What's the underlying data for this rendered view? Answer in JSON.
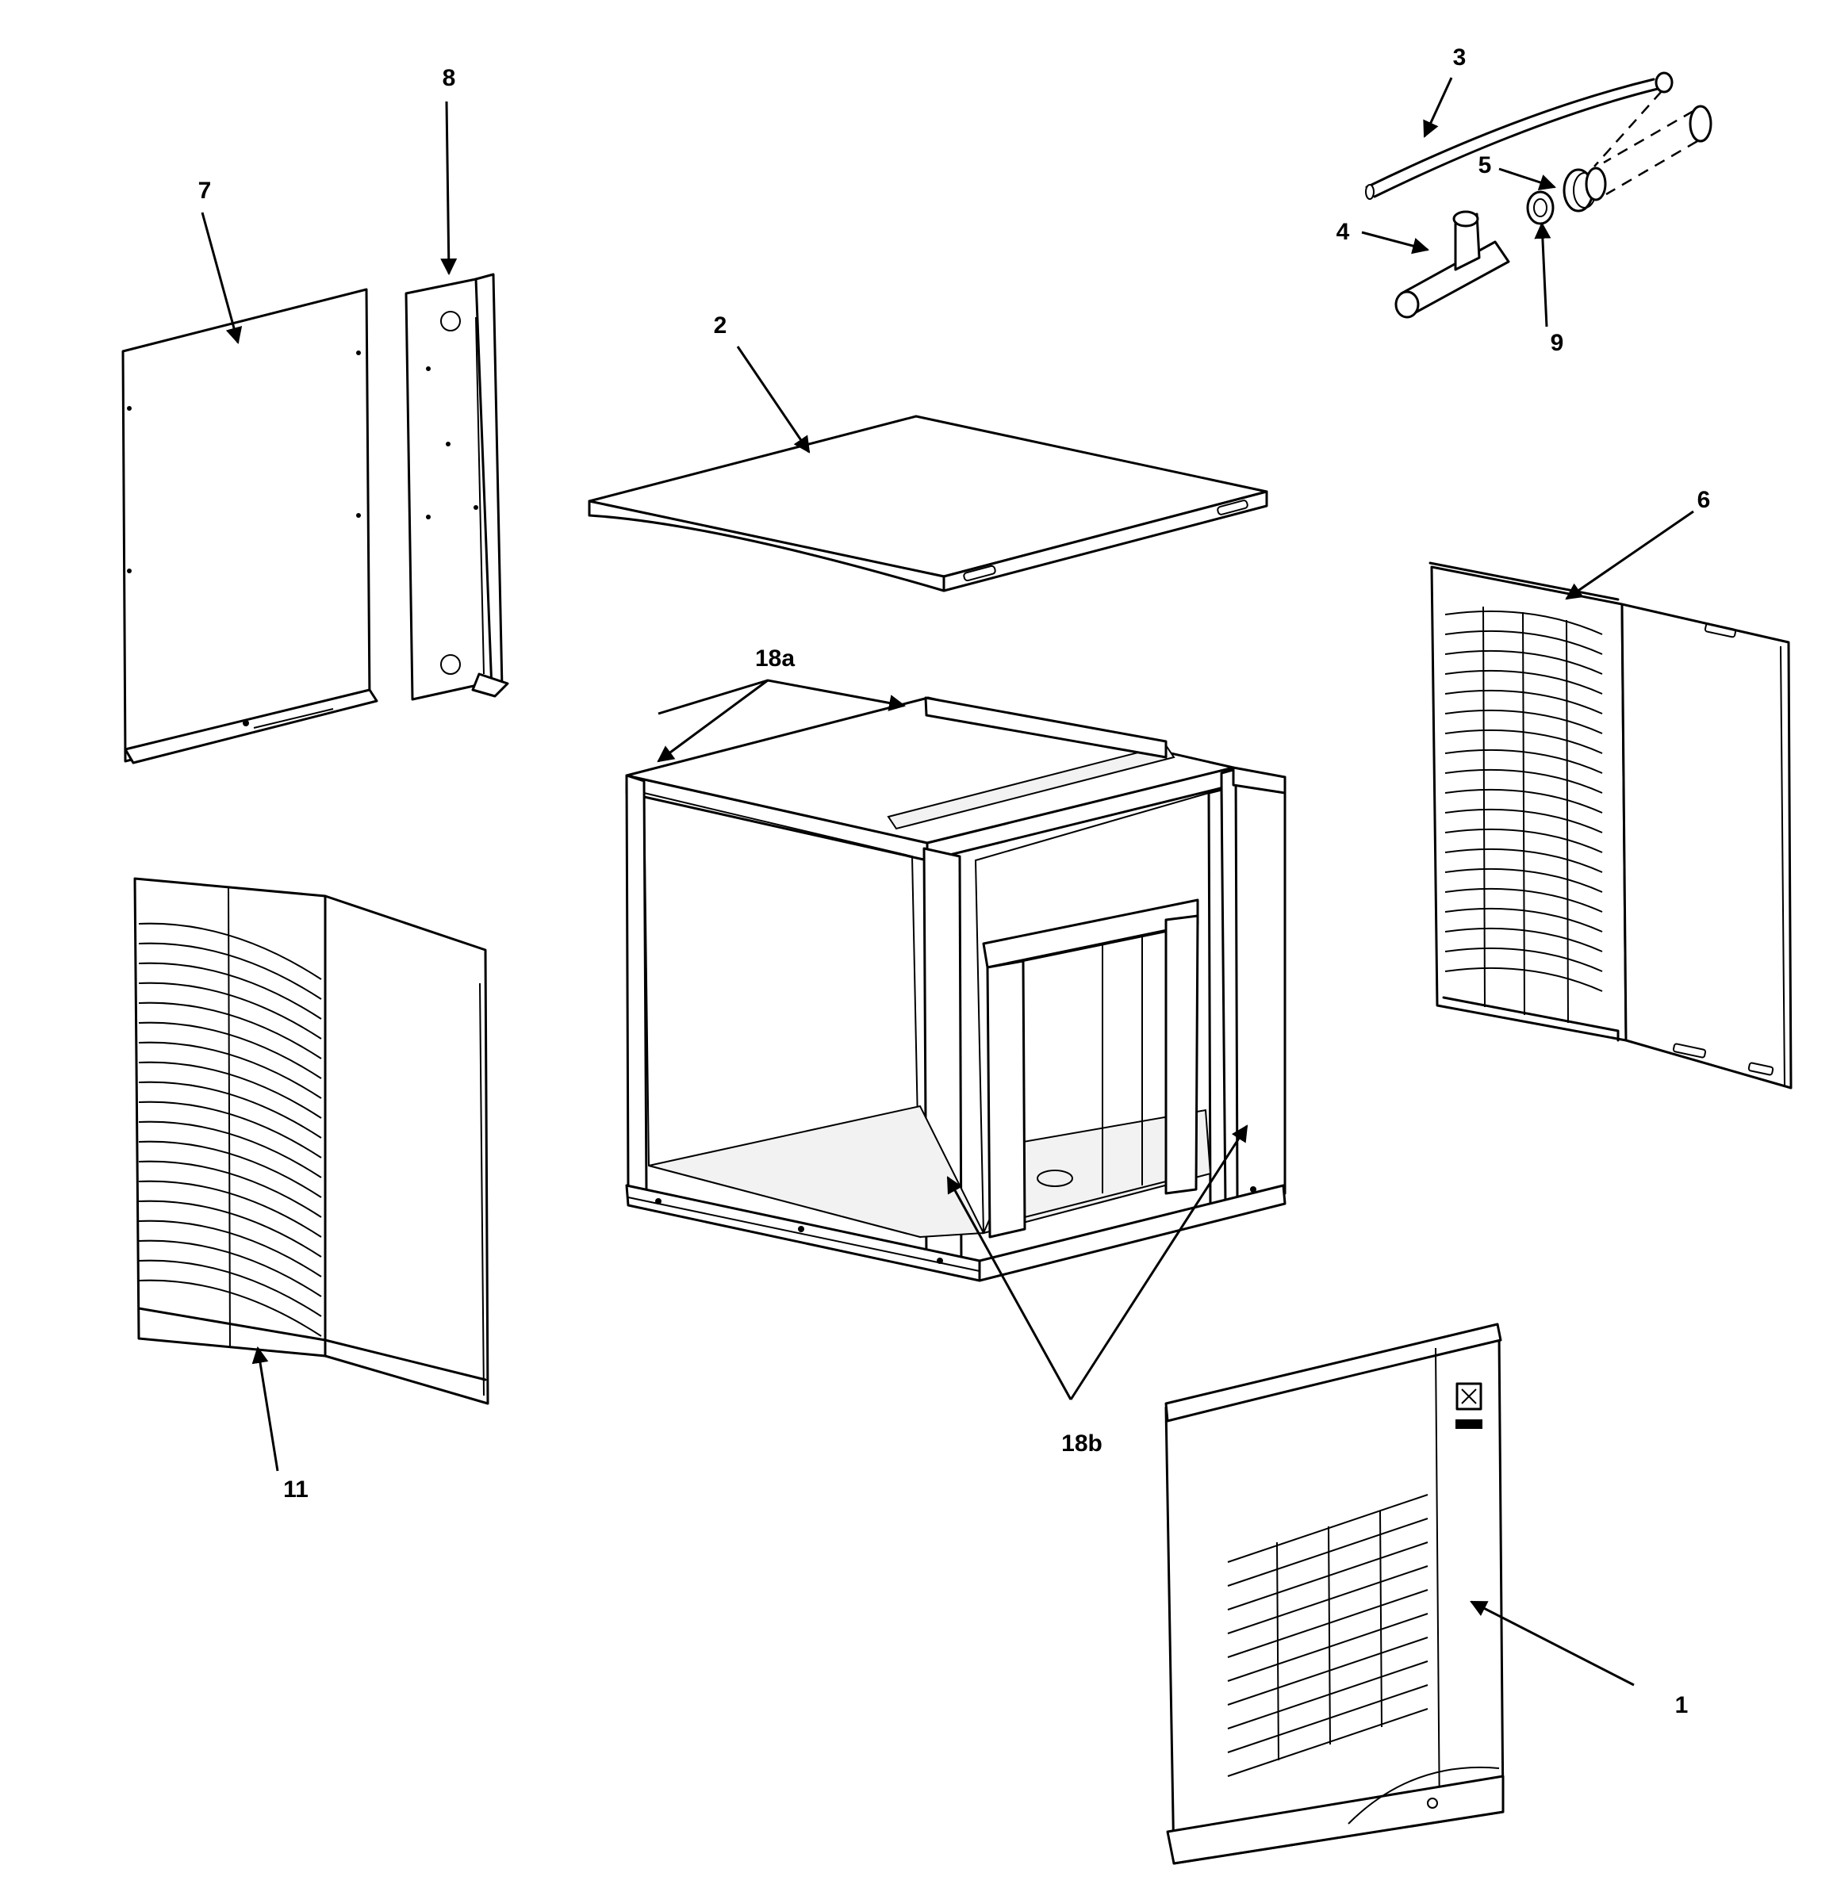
{
  "callouts": {
    "c1": "1",
    "c2": "2",
    "c3": "3",
    "c4": "4",
    "c5": "5",
    "c6": "6",
    "c7": "7",
    "c8": "8",
    "c9": "9",
    "c11": "11",
    "c18a": "18a",
    "c18b": "18b"
  }
}
